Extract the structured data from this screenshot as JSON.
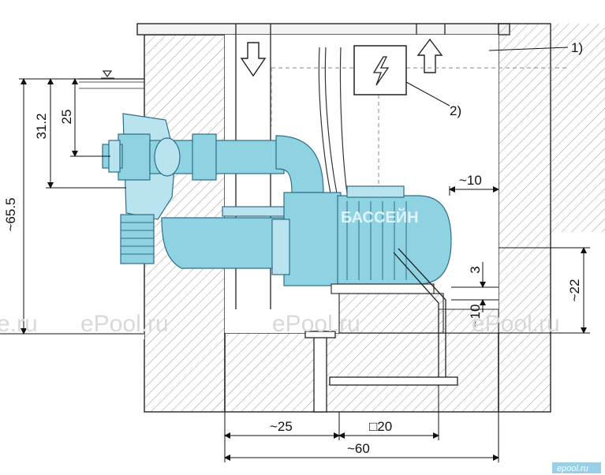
{
  "callouts": {
    "part1": "1)",
    "part2": "2)"
  },
  "dimensions": {
    "d_31_2": "31.2",
    "d_25_vertical": "25",
    "d_65_5": "~65.5",
    "d_10_top": "~10",
    "d_3": "3",
    "d_22": "~22",
    "d_10_small": "~10",
    "d_25_bottom": "~25",
    "d_20_square": "□20",
    "d_60": "~60"
  },
  "watermarks": {
    "w1": "e.ru",
    "w2": "ePool.ru",
    "w3": "ePool.ru",
    "w4": "ePool.ru",
    "corner": "epool.ru"
  },
  "pump_label": "БАССЕЙН",
  "colors": {
    "pump": "#8fd3e3",
    "pump_dark": "#2d6f86",
    "line": "#222222",
    "hatch": "#8a8a8a",
    "watermark_bg": "#9ad0e6"
  },
  "icons": {
    "electrical": "lightning-bolt-icon",
    "flow_down": "arrow-down-icon",
    "flow_up": "arrow-up-icon",
    "water_level": "water-level-triangle-icon"
  }
}
